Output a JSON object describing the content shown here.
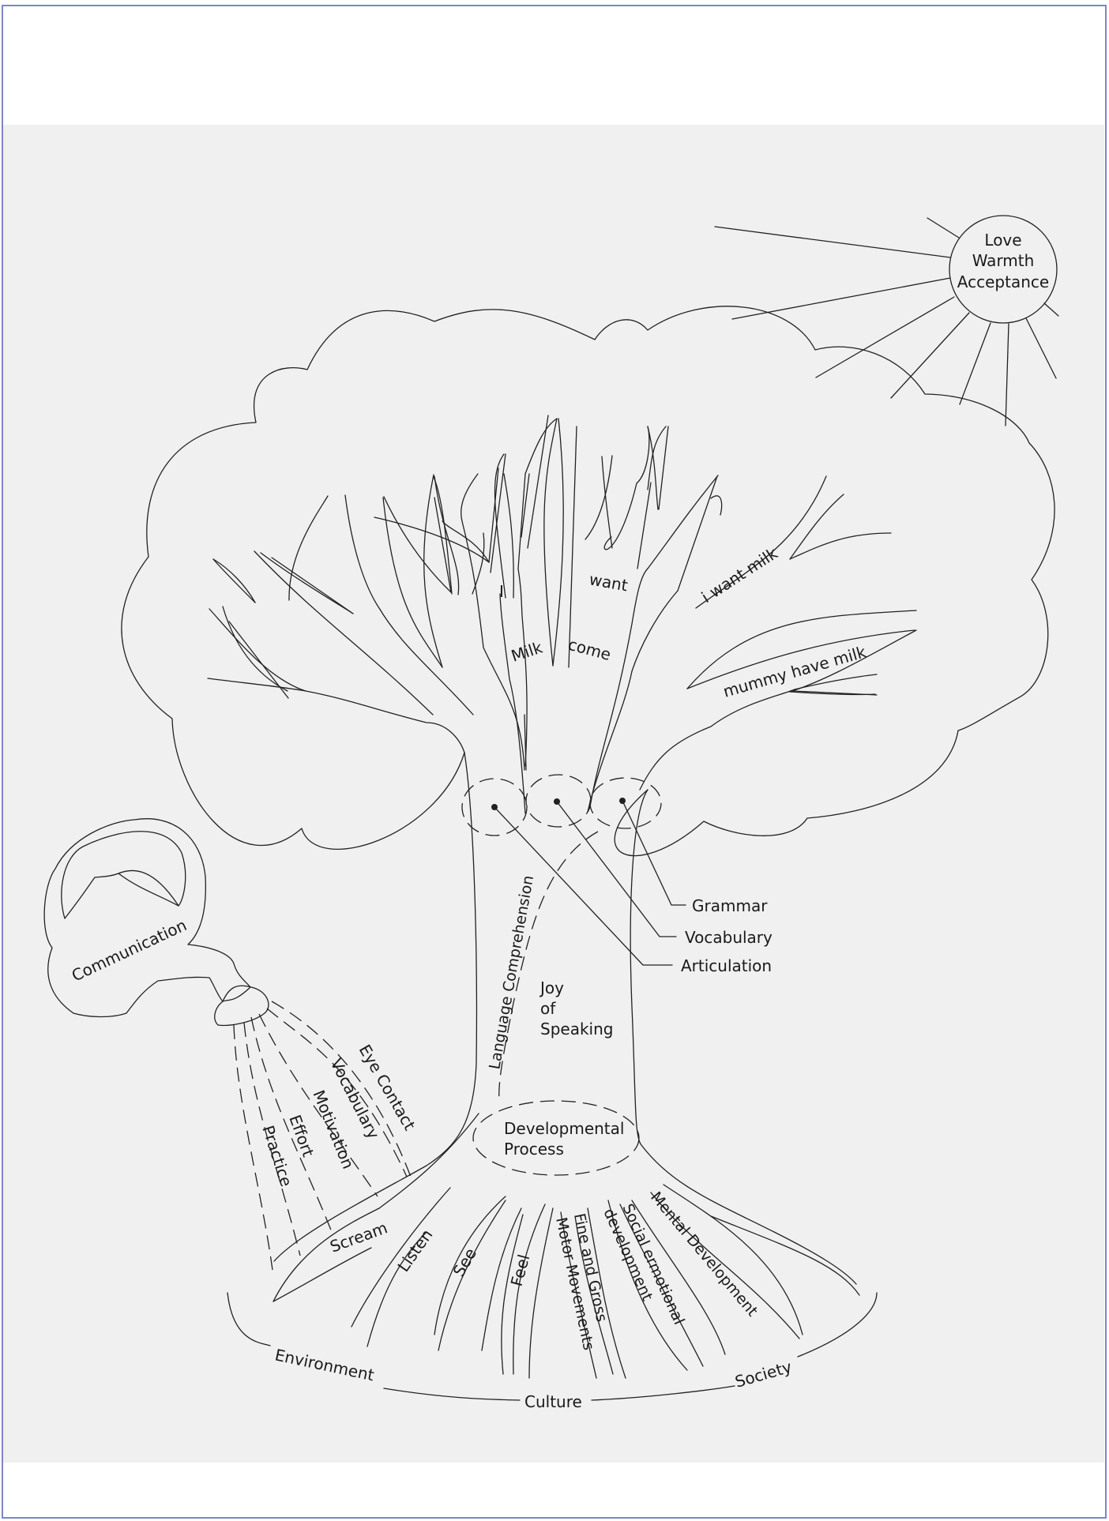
{
  "colors": {
    "background": "#eff0ef",
    "border": "#7b87c6",
    "ink": "#222222"
  },
  "sun": {
    "line1": "Love",
    "line2": "Warmth",
    "line3": "Acceptance"
  },
  "crown_words": {
    "i": "I",
    "want": "want",
    "milk": "Milk",
    "come": "come",
    "i_want_milk": "i want milk",
    "mummy_have_milk": "mummy have milk"
  },
  "trunk": {
    "language_comprehension": "Language Comprehension",
    "joy_line1": "Joy",
    "joy_line2": "of",
    "joy_line3": "Speaking",
    "dev_line1": "Developmental",
    "dev_line2": "Process"
  },
  "callouts": {
    "grammar": "Grammar",
    "vocabulary": "Vocabulary",
    "articulation": "Articulation"
  },
  "watering_can": {
    "label": "Communication"
  },
  "water_streams": {
    "eye_contact": "Eye Contact",
    "vocabulary": "Vocabulary",
    "motivation": "Motivation",
    "effort": "Effort",
    "practice": "Practice"
  },
  "roots": {
    "scream": "Scream",
    "listen": "Listen",
    "see": "See",
    "feel": "Feel",
    "motor_line1": "Fine and Gross",
    "motor_line2": "Motor Movements",
    "social_line1": "Social ermotional",
    "social_line2": "development",
    "mental": "Mental Development"
  },
  "ground": {
    "environment": "Environment",
    "culture": "Culture",
    "society": "Society"
  }
}
